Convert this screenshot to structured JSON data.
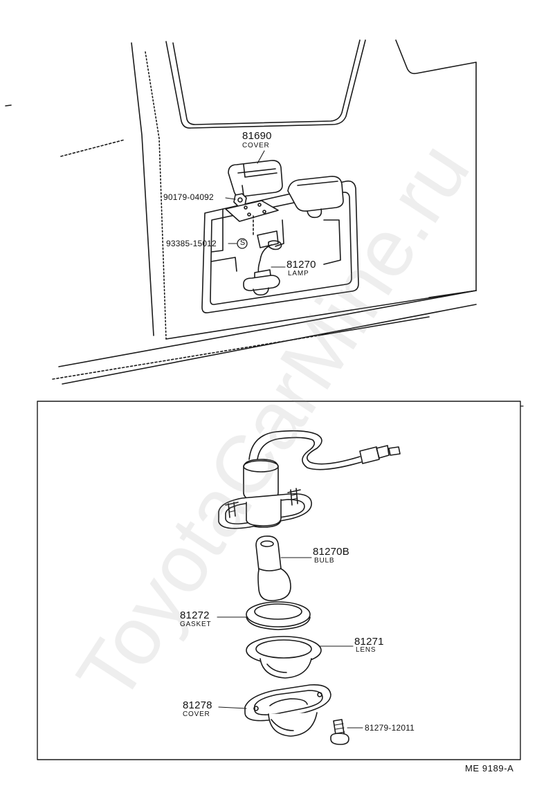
{
  "watermark": "ToyotaCarMine.ru",
  "upper_view": {
    "cover_part": {
      "number": "81690",
      "name": "COVER"
    },
    "nut_part": {
      "number": "90179-04092"
    },
    "screw_part": {
      "number": "93385-15012",
      "symbol": "S"
    },
    "lamp_part": {
      "number": "81270",
      "name": "LAMP"
    }
  },
  "detail_view": {
    "bulb_part": {
      "number": "81270B",
      "name": "BULB"
    },
    "gasket_part": {
      "number": "81272",
      "name": "GASKET"
    },
    "lens_part": {
      "number": "81271",
      "name": "LENS"
    },
    "cover_part": {
      "number": "81278",
      "name": "COVER"
    },
    "screw_part": {
      "number": "81279-12011"
    }
  },
  "reference_code": "ME 9189-A",
  "colors": {
    "line": "#1a1a1a",
    "background": "#ffffff"
  }
}
